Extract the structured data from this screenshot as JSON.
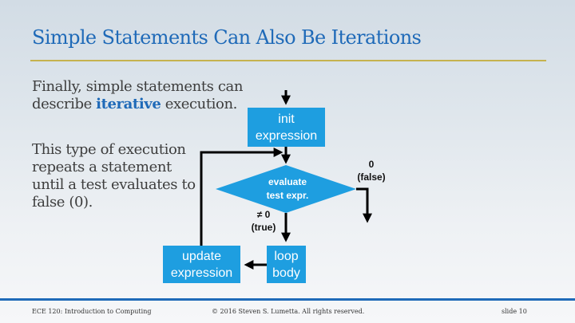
{
  "slide": {
    "title": "Simple Statements Can Also Be Iterations",
    "para1": {
      "before": "Finally, simple statements can describe ",
      "keyword": "iterative",
      "after": " execution."
    },
    "para2": "This type of execution repeats a statement until a test evaluates to false (0)."
  },
  "diagram": {
    "init_box": "init\nexpression",
    "decision": "evaluate\ntest expr.",
    "false_label": "0\n(false)",
    "true_label": "≠ 0\n(true)",
    "loop_box": "loop\nbody",
    "update_box": "update\nexpression",
    "colors": {
      "box_fill": "#1e9ee0",
      "arrow": "#000000"
    }
  },
  "footer": {
    "course": "ECE 120: Introduction to Computing",
    "copyright": "© 2016 Steven S. Lumetta.  All rights reserved.",
    "slide_number": "slide 10"
  },
  "colors": {
    "title": "#1f6ab8",
    "title_rule": "#c6b24e",
    "footer_rule": "#1f6ab8"
  }
}
